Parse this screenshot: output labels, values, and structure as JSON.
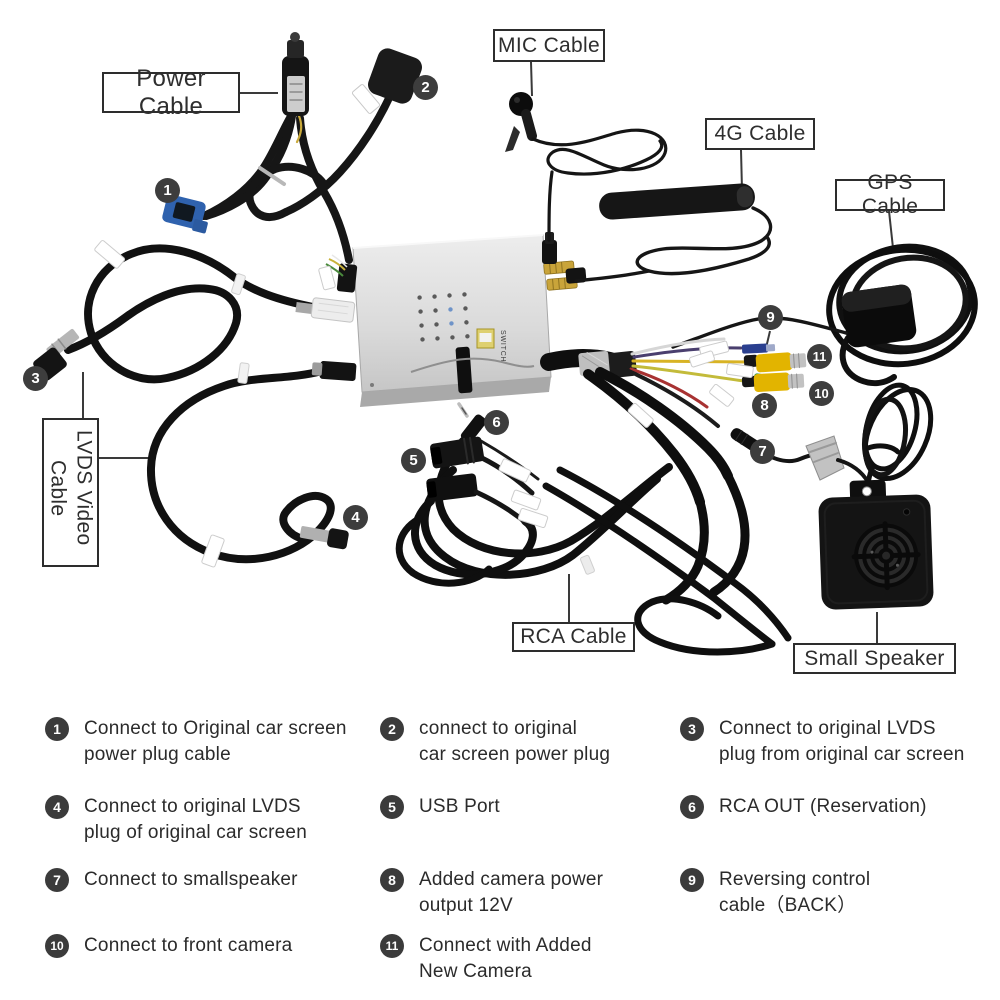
{
  "diagram": {
    "labels": {
      "power_cable": "Power Cable",
      "mic_cable": "MIC Cable",
      "four_g_cable": "4G Cable",
      "gps_cable": "GPS Cable",
      "lvds_video_cable": "LVDS Video\nCable",
      "rca_cable": "RCA Cable",
      "small_speaker": "Small Speaker"
    },
    "device": {
      "switch_label": "SWITCH"
    },
    "markers": [
      "1",
      "2",
      "3",
      "4",
      "5",
      "6",
      "7",
      "8",
      "9",
      "10",
      "11"
    ]
  },
  "legend": {
    "items": [
      {
        "num": "1",
        "text": "Connect to Original car screen\npower plug cable"
      },
      {
        "num": "2",
        "text": "connect to original\ncar screen power plug"
      },
      {
        "num": "3",
        "text": "Connect to original LVDS\nplug from original car screen"
      },
      {
        "num": "4",
        "text": "Connect to original LVDS\nplug of original car screen"
      },
      {
        "num": "5",
        "text": "USB Port"
      },
      {
        "num": "6",
        "text": "RCA OUT (Reservation)"
      },
      {
        "num": "7",
        "text": "Connect to smallspeaker"
      },
      {
        "num": "8",
        "text": "Added camera power\noutput 12V"
      },
      {
        "num": "9",
        "text": "Reversing control\ncable（BACK）"
      },
      {
        "num": "10",
        "text": "Connect to front camera"
      },
      {
        "num": "11",
        "text": "Connect with Added\nNew Camera"
      }
    ]
  },
  "colors": {
    "accent_rca_yellow": "#e2b400",
    "connector_blue": "#2f62ae",
    "marker_gray": "#3d3d3d",
    "sma_gold": "#c9a43a"
  }
}
